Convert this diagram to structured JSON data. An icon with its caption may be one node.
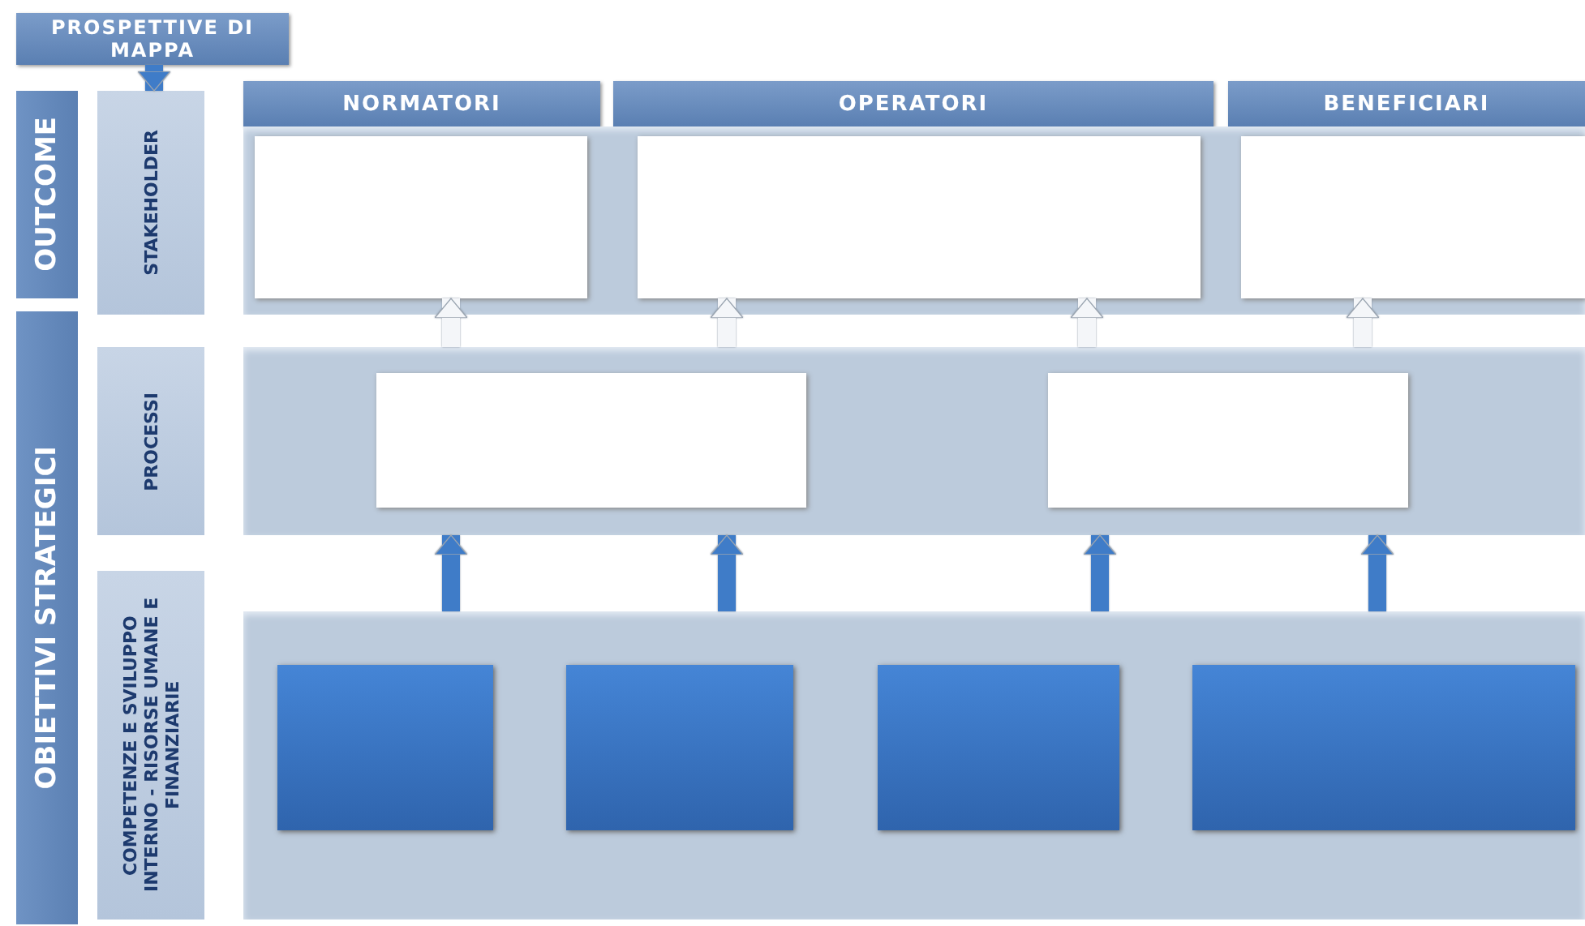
{
  "diagram": {
    "nodes": [
      {
        "text": [
          "PROSPETTIVE DI MAPPA"
        ]
      },
      {
        "text": [
          "OUTCOME"
        ]
      },
      {
        "text": [
          "OBIETTIVI STRATEGICI"
        ]
      },
      {
        "text": [
          "STAKEHOLDER"
        ]
      },
      {
        "text": [
          "PROCESSI"
        ]
      },
      {
        "text": [
          "COMPETENZE E SVILUPPO INTERNO - RISORSE UMANE E FINANZIARIE"
        ]
      },
      {
        "text": [
          "NORMATORI"
        ]
      },
      {
        "text": [
          "OPERATORI"
        ]
      },
      {
        "text": [
          "BENEFICIARI"
        ]
      },
      {
        "text": [],
        "shape": "box"
      },
      {
        "text": [],
        "shape": "box"
      },
      {
        "text": [],
        "shape": "box"
      },
      {
        "text": [],
        "shape": "box",
        "in": 9
      },
      {
        "text": [],
        "shape": "box",
        "in": 9
      },
      {
        "text": [],
        "shape": "box",
        "in": 9
      },
      {
        "text": [],
        "shape": "box",
        "in": 10
      },
      {
        "text": [],
        "shape": "box",
        "in": 10
      },
      {
        "text": [],
        "shape": "box",
        "in": 11
      },
      {
        "text": [],
        "shape": "box",
        "in": 11
      },
      {
        "text": [],
        "shape": "box",
        "in": 11
      },
      {
        "text": [],
        "shape": "box",
        "in": 11
      }
    ],
    "edges": [
      {
        "from": 0,
        "to": 3,
        "arrow": "to"
      },
      {
        "from": 10,
        "to": 12,
        "arrow": "to",
        "color": "#f4f6f9"
      },
      {
        "from": 10,
        "to": 13,
        "arrow": "to",
        "color": "#f4f6f9"
      },
      {
        "from": 10,
        "to": 13,
        "arrow": "to",
        "color": "#f4f6f9"
      },
      {
        "from": 10,
        "to": 14,
        "arrow": "to",
        "color": "#f4f6f9"
      },
      {
        "from": 11,
        "to": 10,
        "arrow": "to"
      },
      {
        "from": 11,
        "to": 10,
        "arrow": "to"
      },
      {
        "from": 11,
        "to": 10,
        "arrow": "to"
      },
      {
        "from": 11,
        "to": 10,
        "arrow": "to"
      }
    ]
  }
}
